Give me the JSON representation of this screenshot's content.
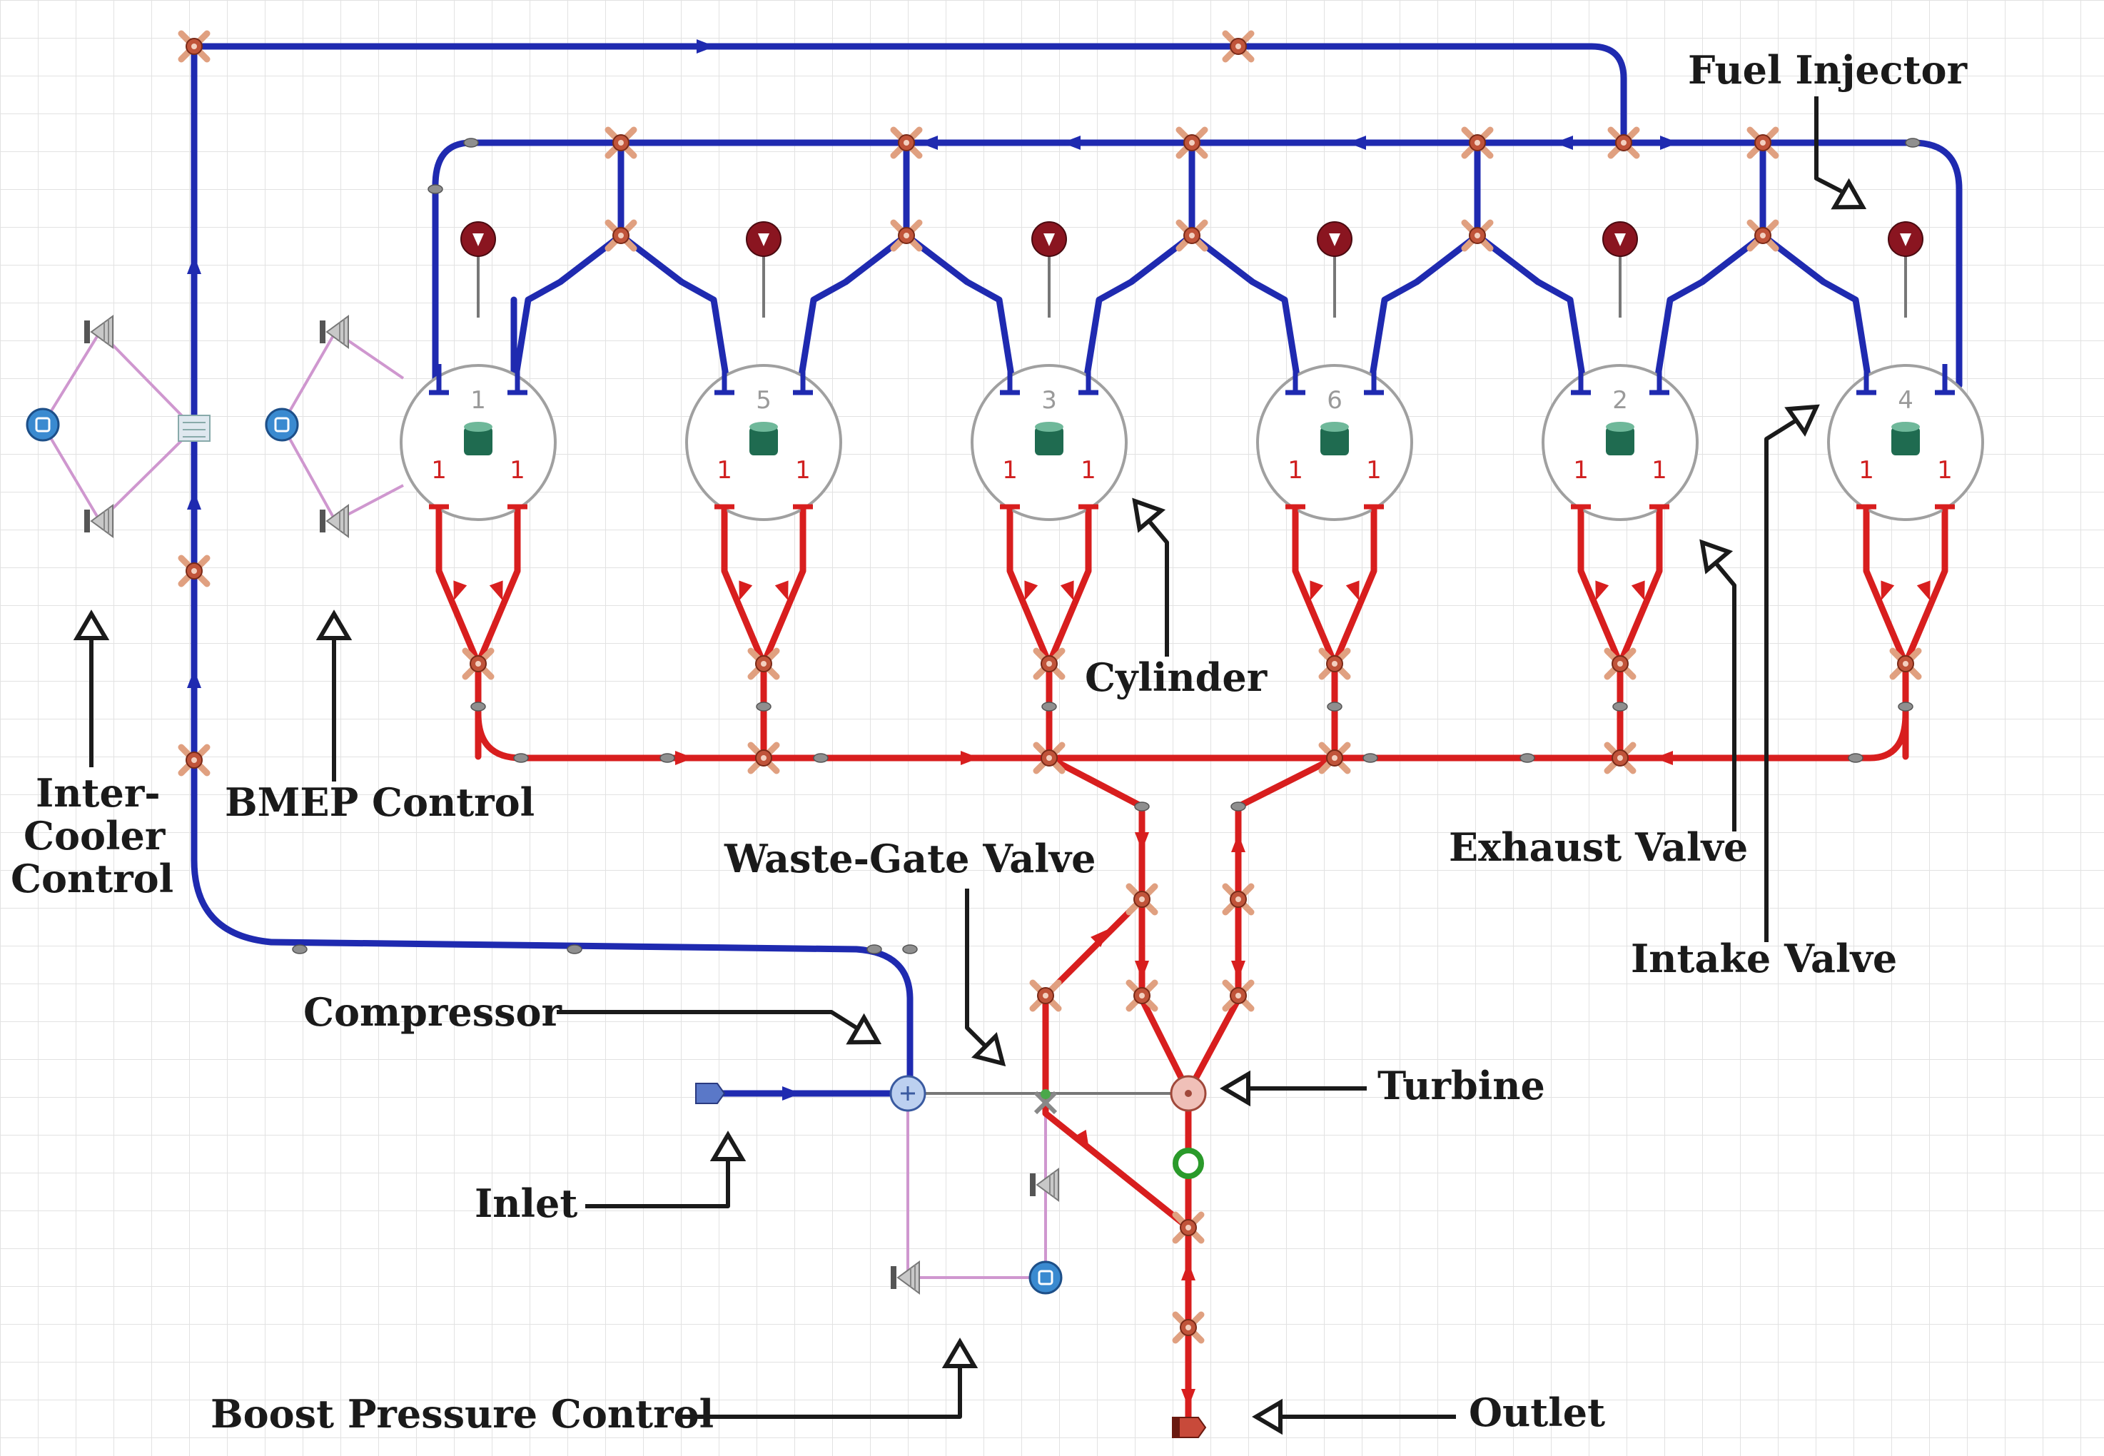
{
  "colors": {
    "intake": "#1f2ab0",
    "exhaust": "#d81e1e",
    "control": "#cf97cf",
    "grid": "#e2e2e2",
    "injector": "#8a1520",
    "node": "#c0543a",
    "sensor": "#3a8ad0",
    "cyl_icon": "#1f6b50",
    "ptr": "#1a1a1a"
  },
  "icons": {
    "junction": "junction-x-icon",
    "fuel_injector": "fuel-injector-icon",
    "cylinder": "cylinder-icon",
    "controller": "controller-icon",
    "actuator": "actuator-icon",
    "compressor": "compressor-icon",
    "turbine": "turbine-icon",
    "inlet": "inlet-icon",
    "outlet": "outlet-icon",
    "intercooler": "intercooler-icon"
  },
  "cylinders": [
    {
      "number": "1",
      "valve_marks": [
        "1",
        "1"
      ]
    },
    {
      "number": "5",
      "valve_marks": [
        "1",
        "1"
      ]
    },
    {
      "number": "3",
      "valve_marks": [
        "1",
        "1"
      ]
    },
    {
      "number": "6",
      "valve_marks": [
        "1",
        "1"
      ]
    },
    {
      "number": "2",
      "valve_marks": [
        "1",
        "1"
      ]
    },
    {
      "number": "4",
      "valve_marks": [
        "1",
        "1"
      ]
    }
  ],
  "labels": {
    "fuel_injector": "Fuel Injector",
    "cylinder": "Cylinder",
    "exhaust_valve": "Exhaust Valve",
    "intake_valve": "Intake Valve",
    "intercooler_control": [
      "Inter-",
      "Cooler",
      "Control"
    ],
    "bmep_control": "BMEP Control",
    "waste_gate_valve": "Waste-Gate Valve",
    "compressor": "Compressor",
    "turbine": "Turbine",
    "inlet": "Inlet",
    "boost_pressure_control": "Boost Pressure Control",
    "outlet": "Outlet"
  }
}
